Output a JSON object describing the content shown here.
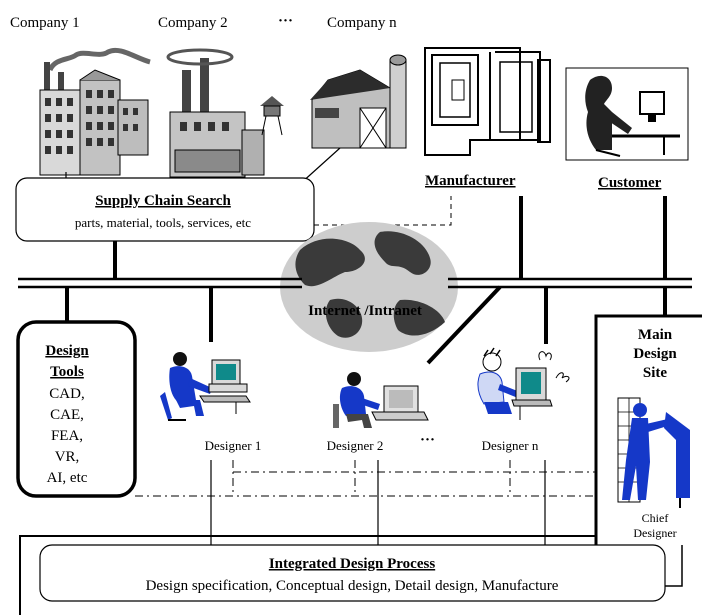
{
  "companies": {
    "company_1": "Company 1",
    "company_2": "Company 2",
    "ellipsis": "···",
    "company_n": "Company n"
  },
  "supply_chain": {
    "title": "Supply Chain Search",
    "subtitle": "parts, material, tools, services, etc"
  },
  "manufacturer": "Manufacturer",
  "customer": "Customer",
  "network": "Internet /Intranet",
  "design_tools": {
    "title_1": "Design",
    "title_2": "Tools",
    "items": [
      "CAD,",
      "CAE,",
      "FEA,",
      "VR,",
      "AI, etc"
    ]
  },
  "designers": {
    "d1": "Designer 1",
    "d2": "Designer 2",
    "ellipsis": "···",
    "dn": "Designer n"
  },
  "main_site": {
    "line_1": "Main",
    "line_2": "Design",
    "line_3": "Site",
    "chief_1": "Chief",
    "chief_2": "Designer"
  },
  "process": {
    "title": "Integrated Design Process",
    "subtitle": "Design specification, Conceptual design, Detail design, Manufacture"
  },
  "colors": {
    "person_blue": "#1538c8",
    "screen_teal": "#0f8a8a",
    "line": "#000000"
  }
}
